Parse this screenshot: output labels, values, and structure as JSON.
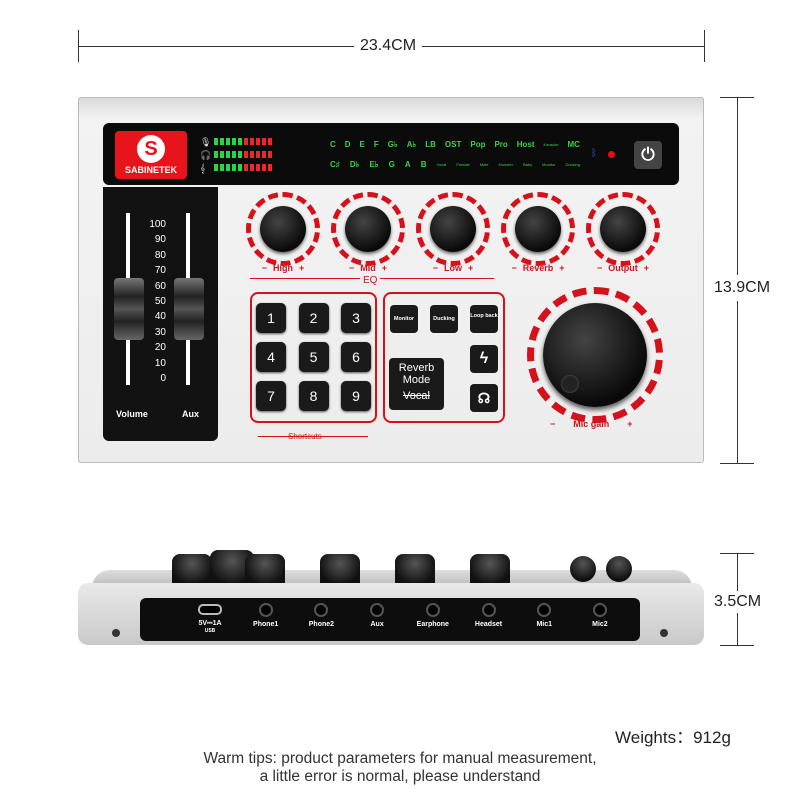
{
  "dimensions": {
    "width": "23.4CM",
    "height": "13.9CM",
    "depth": "3.5CM"
  },
  "brand": "SABINETEK",
  "display": {
    "top_row": [
      "C",
      "D",
      "E",
      "F",
      "G♭",
      "A♭",
      "LB",
      "OST",
      "Pop",
      "Pro",
      "Host",
      "Karaoke",
      "MC"
    ],
    "bottom_row": [
      "C♯",
      "D♭",
      "E♭",
      "G",
      "A",
      "B",
      "Vocal",
      "Female",
      "Male",
      "Monster",
      "Baby",
      "Monitor",
      "Ducking"
    ]
  },
  "fader": {
    "scale": [
      "100",
      "90",
      "80",
      "70",
      "60",
      "50",
      "40",
      "30",
      "20",
      "10",
      "0"
    ],
    "labels": [
      "Volume",
      "Aux"
    ]
  },
  "knobs": [
    {
      "label": "High"
    },
    {
      "label": "Mid"
    },
    {
      "label": "Low"
    },
    {
      "label": "Reverb"
    },
    {
      "label": "Output"
    }
  ],
  "eq_label": "EQ",
  "shortcuts": {
    "keys": [
      "1",
      "2",
      "3",
      "4",
      "5",
      "6",
      "7",
      "8",
      "9"
    ],
    "label": "Shortcuts"
  },
  "mode_buttons": {
    "monitor": "Monitor",
    "ducking": "Ducking",
    "loopback": "Loop back",
    "reverb_mode": "Reverb Mode",
    "vocal": "Vocal"
  },
  "mic_gain": "Mic gain",
  "minus": "−",
  "plus": "+",
  "ports": [
    {
      "label": "5V⎓1A",
      "sub": "USB"
    },
    {
      "label": "Phone1"
    },
    {
      "label": "Phone2"
    },
    {
      "label": "Aux"
    },
    {
      "label": "Earphone"
    },
    {
      "label": "Headset"
    },
    {
      "label": "Mic1"
    },
    {
      "label": "Mic2"
    }
  ],
  "weight": "Weights：912g",
  "tips": [
    "Warm tips: product parameters for manual measurement,",
    "a little error is normal, please understand"
  ]
}
